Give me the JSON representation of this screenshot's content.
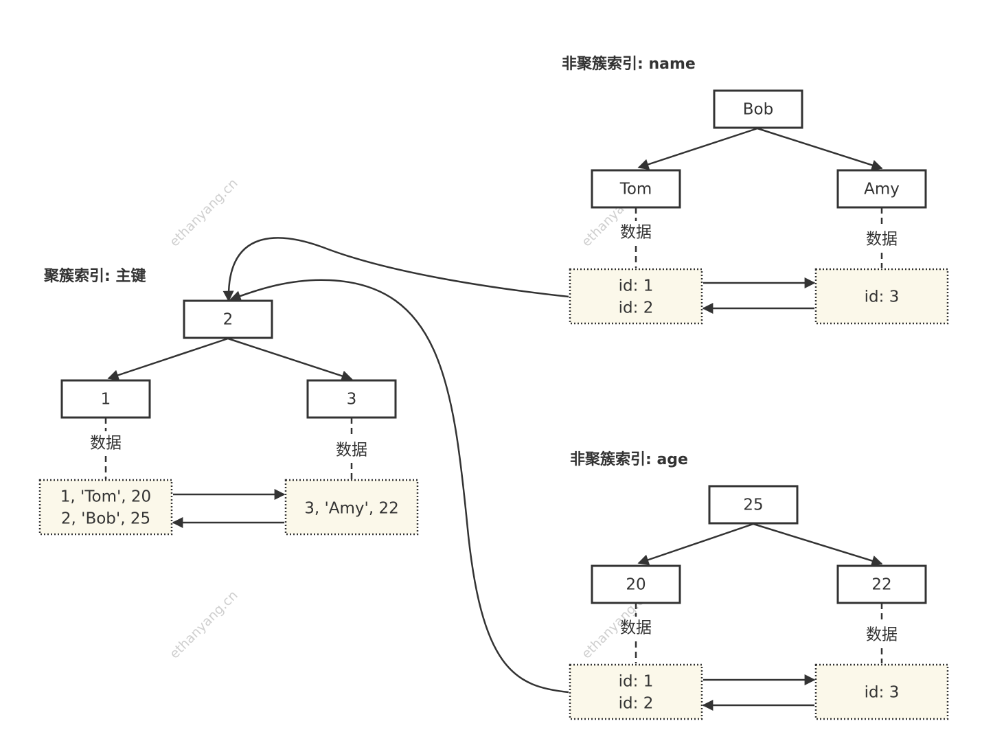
{
  "watermark": "ethanyang.cn",
  "data_label": "数据",
  "clustered": {
    "title": "聚簇索引: 主键",
    "root": "2",
    "left": "1",
    "right": "3",
    "left_leaf": [
      "1, 'Tom', 20",
      "2, 'Bob', 25"
    ],
    "right_leaf": [
      "3, 'Amy', 22"
    ]
  },
  "name_index": {
    "title": "非聚簇索引: name",
    "root": "Bob",
    "left": "Tom",
    "right": "Amy",
    "left_leaf": [
      "id: 1",
      "id: 2"
    ],
    "right_leaf": [
      "id: 3"
    ]
  },
  "age_index": {
    "title": "非聚簇索引: age",
    "root": "25",
    "left": "20",
    "right": "22",
    "left_leaf": [
      "id: 1",
      "id: 2"
    ],
    "right_leaf": [
      "id: 3"
    ]
  }
}
